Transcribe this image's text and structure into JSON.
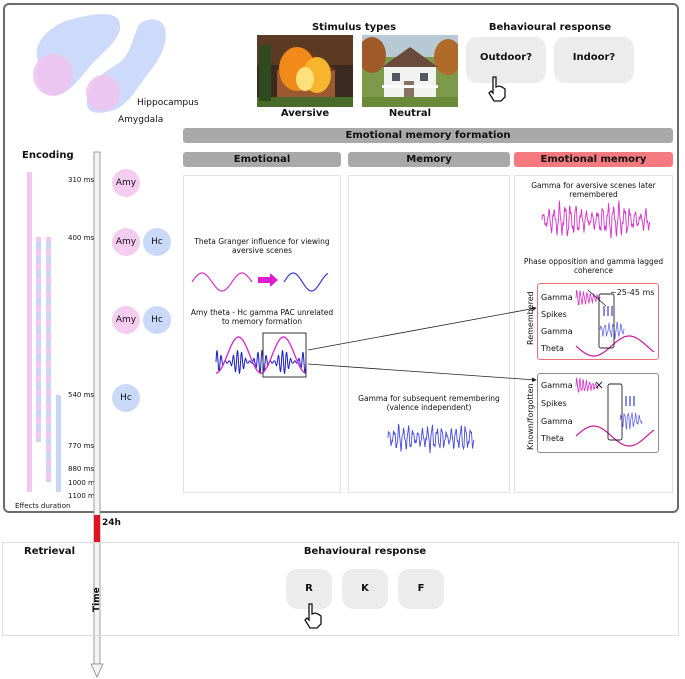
{
  "brain": {
    "hippocampus": "Hippocampus",
    "amygdala": "Amygdala"
  },
  "stimulus": {
    "title": "Stimulus types",
    "aversive": "Aversive",
    "neutral": "Neutral"
  },
  "behavioural_top": {
    "title": "Behavioural response",
    "outdoor": "Outdoor?",
    "indoor": "Indoor?"
  },
  "formation_header": "Emotional memory formation",
  "encoding_label": "Encoding",
  "columns": {
    "emotional": "Emotional",
    "memory": "Memory",
    "emotional_memory": "Emotional memory"
  },
  "timeline": {
    "ticks": [
      "310 ms",
      "400 ms",
      "540 ms",
      "770 ms",
      "880 ms",
      "1000 ms",
      "1100 ms"
    ],
    "effects_duration": "Effects duration",
    "delay": "24h",
    "time_label": "Time"
  },
  "regions": {
    "amy": "Amy",
    "hc": "Hc"
  },
  "emotional_col": {
    "granger": "Theta Granger influence for viewing aversive scenes",
    "pac": "Amy theta - Hc gamma PAC unrelated to memory formation"
  },
  "memory_col": {
    "gamma_subsequent": "Gamma for subsequent remembering (valence independent)"
  },
  "emem_col": {
    "gamma_aversive": "Gamma for aversive scenes later remembered",
    "phase_opposition": "Phase opposition and gamma lagged coherence",
    "lag": "~25-45 ms",
    "remembered": "Remembered",
    "known_forgotten": "Known/forgotten",
    "rows": [
      "Gamma",
      "Spikes",
      "Gamma",
      "Theta"
    ]
  },
  "retrieval": {
    "label": "Retrieval",
    "title": "Behavioural response",
    "buttons": [
      "R",
      "K",
      "F"
    ]
  }
}
